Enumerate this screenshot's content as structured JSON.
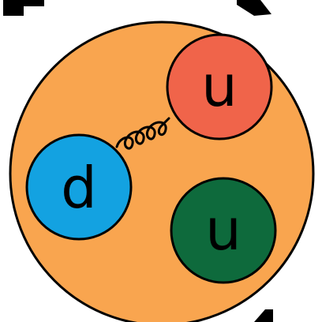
{
  "proton": {
    "fill": "#f9a54f",
    "stroke": "#000000"
  },
  "quarks": [
    {
      "label": "u",
      "fill": "#f0644a"
    },
    {
      "label": "d",
      "fill": "#13a2e1"
    },
    {
      "label": "u",
      "fill": "#0e6a3c"
    }
  ],
  "gluon": {
    "stroke": "#000000"
  }
}
